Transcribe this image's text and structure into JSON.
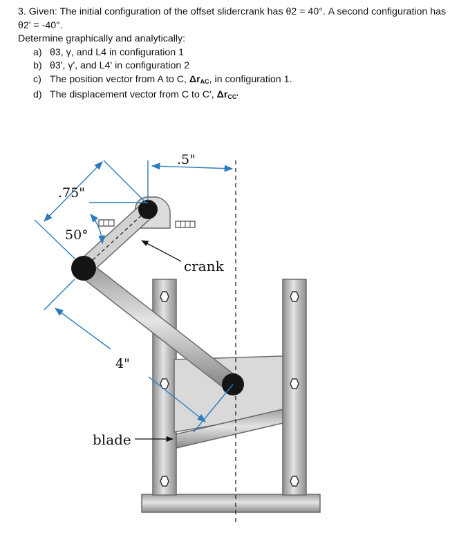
{
  "problem": {
    "intro": "3. Given: The initial configuration of the offset slidercrank has θ2 = 40°. A second configuration has θ2' = -40°.",
    "task": "Determine graphically and analytically:",
    "parts": [
      {
        "marker": "a)",
        "text": "θ3, γ, and L4 in configuration 1"
      },
      {
        "marker": "b)",
        "text": "θ3', γ', and L4' in configuration 2"
      },
      {
        "marker": "c)",
        "text": "The position vector from A to C, ",
        "bold": "Δr",
        "sub": "AC",
        "tail": ", in configuration 1."
      },
      {
        "marker": "d)",
        "text": "The displacement vector from C to C', ",
        "bold": "Δr",
        "sub": "CC'",
        "tail": ""
      }
    ]
  },
  "figure": {
    "labels": {
      "offset": ".5\"",
      "crank_length": ".75\"",
      "angle": "50°",
      "coupler_length": "4\"",
      "crank": "crank",
      "blade": "blade"
    },
    "colors": {
      "dimension": "#2b7bc0",
      "metal": "#c6c6c6",
      "metal_edge": "#6a6a6a",
      "pin": "#151515",
      "plate": "#dcdcdc"
    }
  }
}
